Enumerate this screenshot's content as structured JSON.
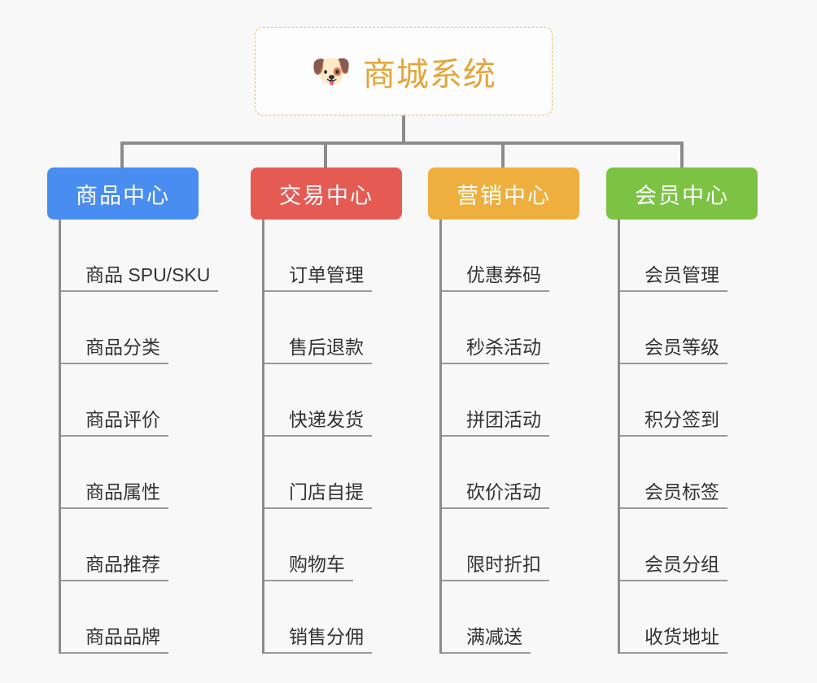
{
  "page": {
    "background_color": "#f8f8f8",
    "type": "mindmap"
  },
  "root": {
    "icon": "shiba-dog-face-emoji",
    "icon_glyph": "🐶",
    "title": "商城系统",
    "text_color": "#e3a63a",
    "border_color": "#e8b95e",
    "background_color": "#fdfdfd"
  },
  "connector": {
    "color": "#8c8c8c"
  },
  "categories": [
    {
      "label": "商品中心",
      "color": "#4a8df0",
      "items": [
        {
          "label": "商品 SPU/SKU"
        },
        {
          "label": "商品分类"
        },
        {
          "label": "商品评价"
        },
        {
          "label": "商品属性"
        },
        {
          "label": "商品推荐"
        },
        {
          "label": "商品品牌"
        }
      ]
    },
    {
      "label": "交易中心",
      "color": "#e55b54",
      "items": [
        {
          "label": "订单管理"
        },
        {
          "label": "售后退款"
        },
        {
          "label": "快递发货"
        },
        {
          "label": "门店自提"
        },
        {
          "label": "购物车"
        },
        {
          "label": "销售分佣"
        }
      ]
    },
    {
      "label": "营销中心",
      "color": "#eeaf3e",
      "items": [
        {
          "label": "优惠券码"
        },
        {
          "label": "秒杀活动"
        },
        {
          "label": "拼团活动"
        },
        {
          "label": "砍价活动"
        },
        {
          "label": "限时折扣"
        },
        {
          "label": "满减送"
        }
      ]
    },
    {
      "label": "会员中心",
      "color": "#7cc243",
      "items": [
        {
          "label": "会员管理"
        },
        {
          "label": "会员等级"
        },
        {
          "label": "积分签到"
        },
        {
          "label": "会员标签"
        },
        {
          "label": "会员分组"
        },
        {
          "label": "收货地址"
        }
      ]
    }
  ]
}
